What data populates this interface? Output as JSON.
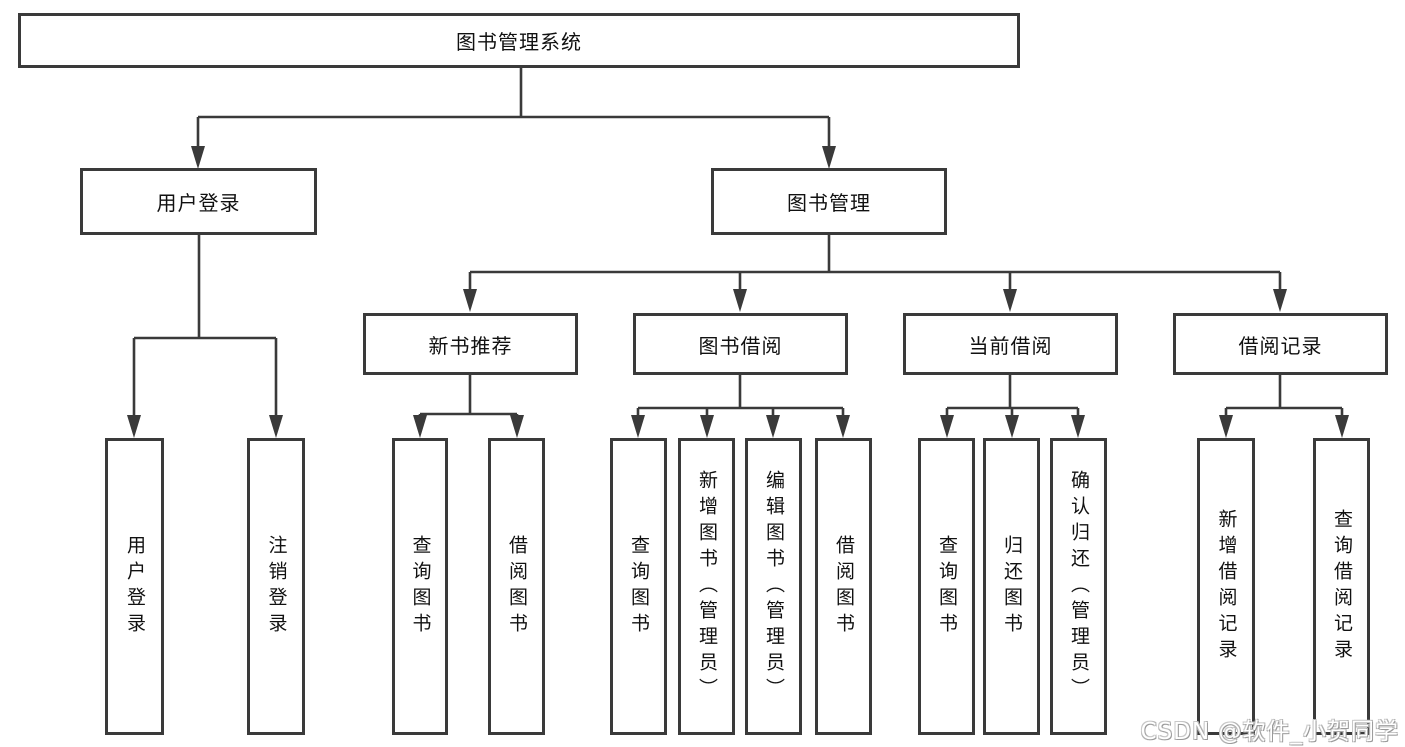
{
  "colors": {
    "line": "#3a3a3a",
    "box_border": "#3a3a3a",
    "text": "#111111",
    "background": "#ffffff"
  },
  "watermark": "CSDN @软件_小贺同学",
  "tree": {
    "root": "图书管理系统",
    "children": [
      {
        "label": "用户登录",
        "children": [
          "用户登录",
          "注销登录"
        ]
      },
      {
        "label": "图书管理",
        "children": [
          {
            "label": "新书推荐",
            "children": [
              "查询图书",
              "借阅图书"
            ]
          },
          {
            "label": "图书借阅",
            "children": [
              "查询图书",
              "新增图书（管理员）",
              "编辑图书（管理员）",
              "借阅图书"
            ]
          },
          {
            "label": "当前借阅",
            "children": [
              "查询图书",
              "归还图书",
              "确认归还（管理员）"
            ]
          },
          {
            "label": "借阅记录",
            "children": [
              "新增借阅记录",
              "查询借阅记录"
            ]
          }
        ]
      }
    ]
  }
}
